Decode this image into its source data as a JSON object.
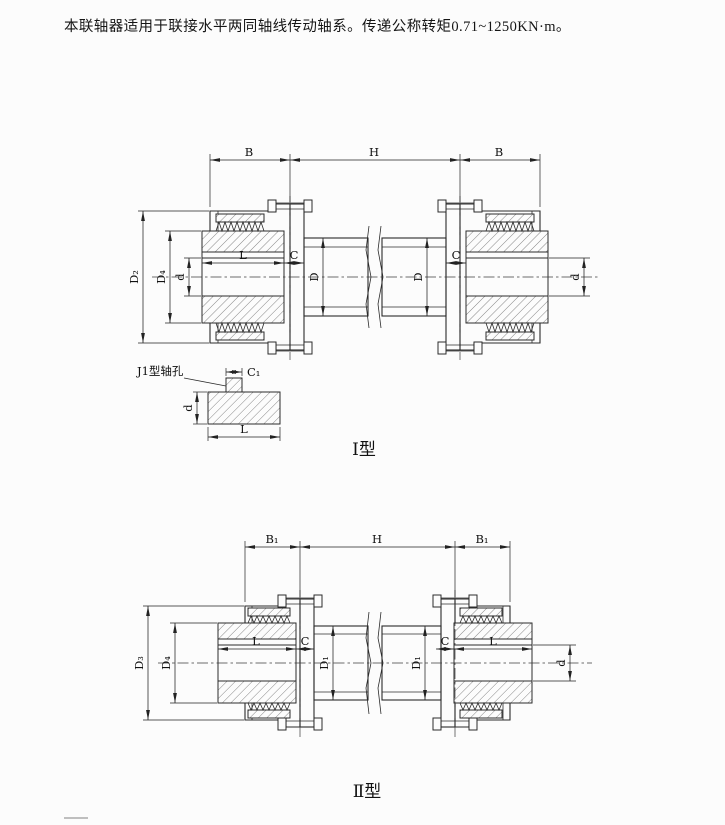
{
  "intro": {
    "text": "本联轴器适用于联接水平两同轴线传动轴系。传递公称转矩0.71~1250KN·m。"
  },
  "fig1": {
    "caption": "Ⅰ型",
    "detail_title": "J1型轴孔",
    "dims": {
      "b_left": "B",
      "h": "H",
      "b_right": "B",
      "d2": "D₂",
      "d4": "D₄",
      "bore_d_left": "d",
      "l": "L",
      "c_left": "C",
      "tube_d_left": "D",
      "tube_d_right": "D",
      "c_right": "C",
      "bore_d_right": "d",
      "detail_c1": "C₁",
      "detail_d": "d",
      "detail_l": "L"
    }
  },
  "fig2": {
    "caption": "Ⅱ型",
    "dims": {
      "b1_left": "B₁",
      "h": "H",
      "b1_right": "B₁",
      "d3": "D₃",
      "d4": "D₄",
      "l_left": "L",
      "c_left": "C",
      "tube_d1_left": "D₁",
      "tube_d1_right": "D₁",
      "c_right": "C",
      "l_right": "L",
      "bore_d_right": "d"
    }
  }
}
